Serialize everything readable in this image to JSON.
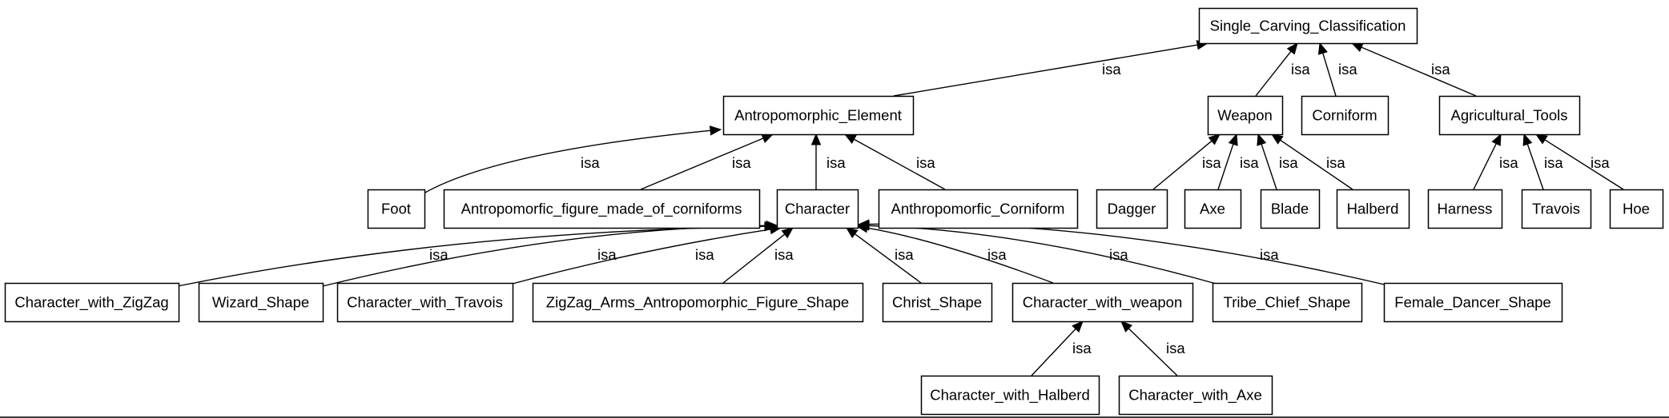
{
  "diagram": {
    "edge_label": "isa",
    "nodes": [
      {
        "id": "root",
        "label": "Single_Carving_Classification"
      },
      {
        "id": "antro",
        "label": "Antropomorphic_Element"
      },
      {
        "id": "weapon",
        "label": "Weapon"
      },
      {
        "id": "corniform",
        "label": "Corniform"
      },
      {
        "id": "agri",
        "label": "Agricultural_Tools"
      },
      {
        "id": "foot",
        "label": "Foot"
      },
      {
        "id": "antrocorn",
        "label": "Antropomorfic_figure_made_of_corniforms"
      },
      {
        "id": "character",
        "label": "Character"
      },
      {
        "id": "anthcorn",
        "label": "Anthropomorfic_Corniform"
      },
      {
        "id": "dagger",
        "label": "Dagger"
      },
      {
        "id": "axe",
        "label": "Axe"
      },
      {
        "id": "blade",
        "label": "Blade"
      },
      {
        "id": "halberd",
        "label": "Halberd"
      },
      {
        "id": "harness",
        "label": "Harness"
      },
      {
        "id": "travois",
        "label": "Travois"
      },
      {
        "id": "hoe",
        "label": "Hoe"
      },
      {
        "id": "czigzag",
        "label": "Character_with_ZigZag"
      },
      {
        "id": "wizard",
        "label": "Wizard_Shape"
      },
      {
        "id": "ctravois",
        "label": "Character_with_Travois"
      },
      {
        "id": "zigzagarms",
        "label": "ZigZag_Arms_Antropomorphic_Figure_Shape"
      },
      {
        "id": "christ",
        "label": "Christ_Shape"
      },
      {
        "id": "cweapon",
        "label": "Character_with_weapon"
      },
      {
        "id": "tribe",
        "label": "Tribe_Chief_Shape"
      },
      {
        "id": "female",
        "label": "Female_Dancer_Shape"
      },
      {
        "id": "chalberd",
        "label": "Character_with_Halberd"
      },
      {
        "id": "caxe",
        "label": "Character_with_Axe"
      }
    ],
    "edges": [
      {
        "from": "antro",
        "to": "root",
        "label": "isa"
      },
      {
        "from": "weapon",
        "to": "root",
        "label": "isa"
      },
      {
        "from": "corniform",
        "to": "root",
        "label": "isa"
      },
      {
        "from": "agri",
        "to": "root",
        "label": "isa"
      },
      {
        "from": "foot",
        "to": "antro",
        "label": "isa"
      },
      {
        "from": "antrocorn",
        "to": "antro",
        "label": "isa"
      },
      {
        "from": "character",
        "to": "antro",
        "label": "isa"
      },
      {
        "from": "anthcorn",
        "to": "antro",
        "label": "isa"
      },
      {
        "from": "dagger",
        "to": "weapon",
        "label": "isa"
      },
      {
        "from": "axe",
        "to": "weapon",
        "label": "isa"
      },
      {
        "from": "blade",
        "to": "weapon",
        "label": "isa"
      },
      {
        "from": "halberd",
        "to": "weapon",
        "label": "isa"
      },
      {
        "from": "harness",
        "to": "agri",
        "label": "isa"
      },
      {
        "from": "travois",
        "to": "agri",
        "label": "isa"
      },
      {
        "from": "hoe",
        "to": "agri",
        "label": "isa"
      },
      {
        "from": "czigzag",
        "to": "character",
        "label": "isa"
      },
      {
        "from": "wizard",
        "to": "character",
        "label": "isa"
      },
      {
        "from": "ctravois",
        "to": "character",
        "label": "isa"
      },
      {
        "from": "zigzagarms",
        "to": "character",
        "label": "isa"
      },
      {
        "from": "christ",
        "to": "character",
        "label": "isa"
      },
      {
        "from": "cweapon",
        "to": "character",
        "label": "isa"
      },
      {
        "from": "tribe",
        "to": "character",
        "label": "isa"
      },
      {
        "from": "female",
        "to": "character",
        "label": "isa"
      },
      {
        "from": "chalberd",
        "to": "cweapon",
        "label": "isa"
      },
      {
        "from": "caxe",
        "to": "cweapon",
        "label": "isa"
      }
    ]
  }
}
